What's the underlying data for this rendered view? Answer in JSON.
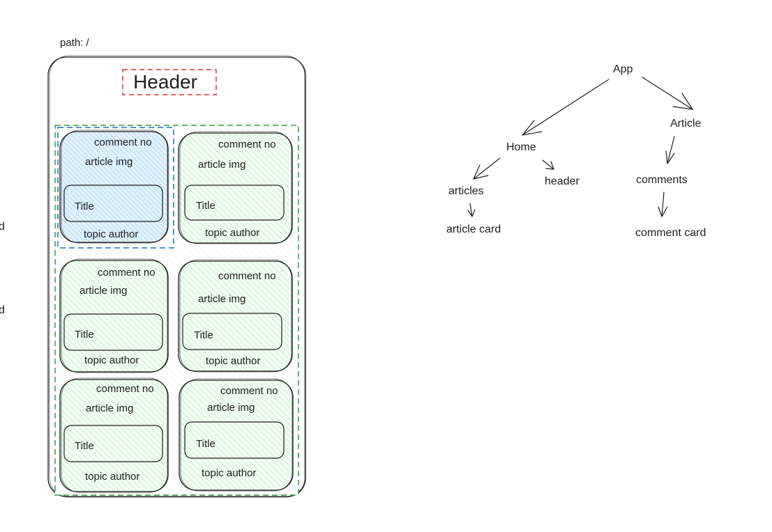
{
  "colors": {
    "stroke": "#1e1e1e",
    "home_container": "#2f9e44",
    "selected_card": "#1971c2",
    "header_box": "#e03131",
    "card_fill": "#d3f9d8",
    "selected_fill": "#a5d8ff"
  },
  "edge_fragments": [
    "d",
    "d"
  ],
  "wireframe": {
    "path_label": "path: /",
    "header_label": "Header",
    "cards": [
      {
        "comment": "comment no",
        "image": "article img",
        "title": "Title",
        "footer": "topic author",
        "selected": true
      },
      {
        "comment": "comment no",
        "image": "article img",
        "title": "Title",
        "footer": "topic author",
        "selected": false
      },
      {
        "comment": "comment no",
        "image": "article img",
        "title": "Title",
        "footer": "topic author",
        "selected": false
      },
      {
        "comment": "comment no",
        "image": "article img",
        "title": "Title",
        "footer": "topic author",
        "selected": false
      },
      {
        "comment": "comment no",
        "image": "article img",
        "title": "Title",
        "footer": "topic author",
        "selected": false
      },
      {
        "comment": "comment no",
        "image": "article img",
        "title": "Title",
        "footer": "topic author",
        "selected": false
      }
    ]
  },
  "tree": {
    "nodes": {
      "app": "App",
      "home": "Home",
      "article": "Article",
      "articles": "articles",
      "header": "header",
      "comments": "comments",
      "article_card": "article card",
      "comment_card": "comment card"
    },
    "edges": [
      [
        "App",
        "Home"
      ],
      [
        "App",
        "Article"
      ],
      [
        "Home",
        "articles"
      ],
      [
        "Home",
        "header"
      ],
      [
        "articles",
        "article card"
      ],
      [
        "Article",
        "comments"
      ],
      [
        "comments",
        "comment card"
      ]
    ]
  }
}
